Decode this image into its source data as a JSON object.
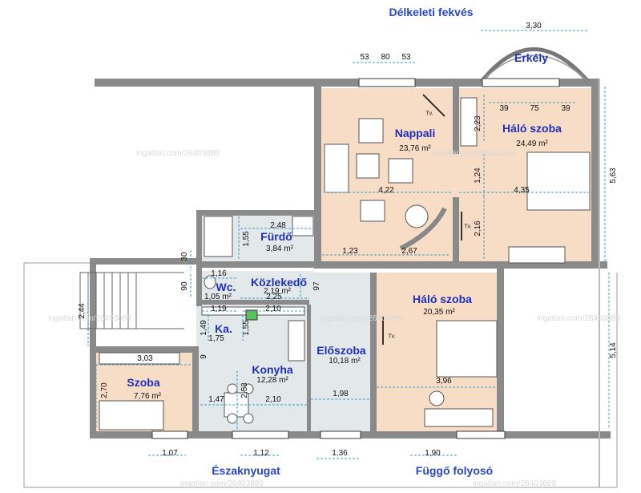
{
  "titles": {
    "top": "Délkeleti fekvés",
    "bottom_left": "Északnyugat",
    "bottom_right": "Függő folyosó"
  },
  "rooms": {
    "erkely": {
      "name": "Erkély"
    },
    "nappali": {
      "name": "Nappali",
      "area": "23,76 m²"
    },
    "halo1": {
      "name": "Háló szoba",
      "area": "24,49 m²"
    },
    "furdo": {
      "name": "Fürdő",
      "area": "3,84 m²"
    },
    "kozlekedo": {
      "name": "Közlekedő",
      "area": "2,19 m²"
    },
    "wc": {
      "name": "Wc.",
      "area": "1,05 m²"
    },
    "ka": {
      "name": "Ka.",
      "area": "1,75"
    },
    "eloszoba": {
      "name": "Előszoba",
      "area": "10,18 m²"
    },
    "halo2": {
      "name": "Háló szoba",
      "area": "20,35 m²"
    },
    "konyha": {
      "name": "Konyha",
      "area": "12,28 m²"
    },
    "szoba": {
      "name": "Szoba",
      "area": "7,76 m²"
    }
  },
  "tv_label": "Tv.",
  "watermark": "ingatlan.com/26403889",
  "dimensions": {
    "erkely_width": "3,30",
    "win_a": "53",
    "win_b": "80",
    "win_c": "53",
    "halo1_win_a": "39",
    "halo1_win_b": "75",
    "halo1_win_c": "39",
    "nappali_h": "2,23",
    "nappali_w": "4,22",
    "halo1_w": "4,35",
    "halo1_h": "5,63",
    "mid_124": "1,24",
    "mid_216": "2,16",
    "furdo_w": "2,48",
    "furdo_h": "1,55",
    "nappali_b1": "1,23",
    "nappali_b2": "2,67",
    "left_30": "30",
    "left_90": "90",
    "stair_244": "2,44",
    "wc_w": "1,16",
    "wc_w2": "1,19",
    "kozl_w": "2,25",
    "kozl_h": "97",
    "konyha_210a": "2,10",
    "ka_h": "1,49",
    "ka_h2": "1,55",
    "ka_9": "9",
    "halo2_h": "5,14",
    "halo2_w": "3,96",
    "szoba_w": "3,03",
    "szoba_h": "2,70",
    "konyha_147": "1,47",
    "konyha_253": "2,53",
    "konyha_210b": "2,10",
    "eloszoba_198": "1,98",
    "bottom_107": "1,07",
    "bottom_112": "1,12",
    "bottom_136": "1,36",
    "bottom_190": "1,90"
  },
  "colors": {
    "wall": "#8a8a8a",
    "floor_living": "#f7dcc6",
    "floor_wet": "#dde3e6",
    "room_label": "#2030b8",
    "title": "#2b46c2",
    "dim_line": "#3aa0c8"
  }
}
